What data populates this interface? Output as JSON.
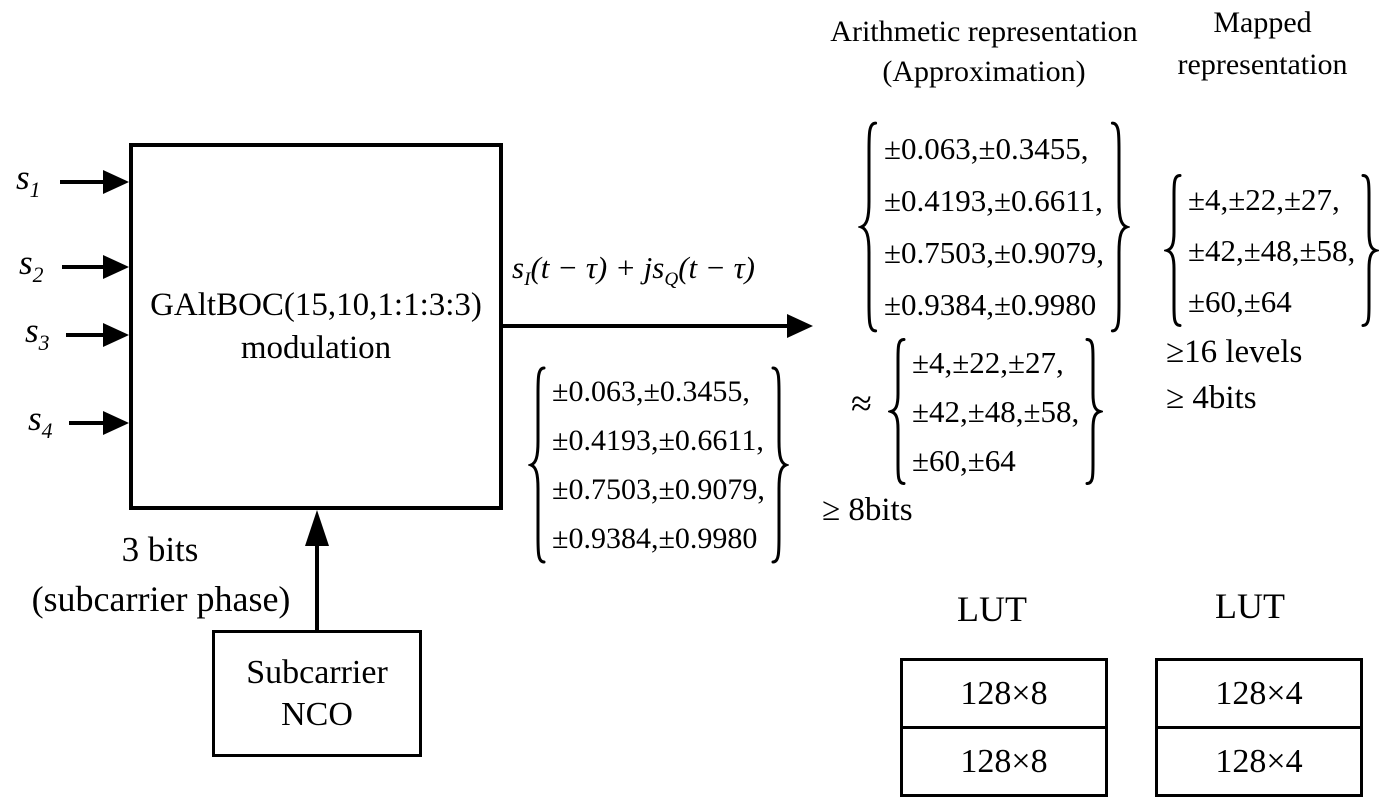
{
  "figure": {
    "inputs": [
      {
        "base": "s",
        "sub": "1"
      },
      {
        "base": "s",
        "sub": "2"
      },
      {
        "base": "s",
        "sub": "3"
      },
      {
        "base": "s",
        "sub": "4"
      }
    ],
    "main_block": {
      "line1": "GAltBOC(15,10,1:1:3:3)",
      "line2": "modulation"
    },
    "output_formula": {
      "p1": "s",
      "p2": "I",
      "p3": "(t − τ) + js",
      "p4": "Q",
      "p5": "(t − τ)"
    },
    "float_set": [
      "±0.063,±0.3455,",
      "±0.4193,±0.6611,",
      "±0.7503,±0.9079,",
      "±0.9384,±0.9980"
    ],
    "int_set": [
      "±4,±22,±27,",
      "±42,±48,±58,",
      "±60,±64"
    ],
    "approx_symbol": "≈",
    "phase_label": {
      "line1": "3 bits",
      "line2": "(subcarrier phase)"
    },
    "nco_block": {
      "line1": "Subcarrier",
      "line2": "NCO"
    },
    "col_arithmetic": {
      "header_line1": "Arithmetic representation",
      "header_line2": "(Approximation)",
      "bits": "≥ 8bits",
      "lut_label": "LUT",
      "lut_rows": [
        "128×8",
        "128×8"
      ]
    },
    "col_mapped": {
      "header_line1": "Mapped",
      "header_line2": "representation",
      "levels": "≥16 levels",
      "bits": "≥ 4bits",
      "lut_label": "LUT",
      "lut_rows": [
        "128×4",
        "128×4"
      ]
    }
  }
}
